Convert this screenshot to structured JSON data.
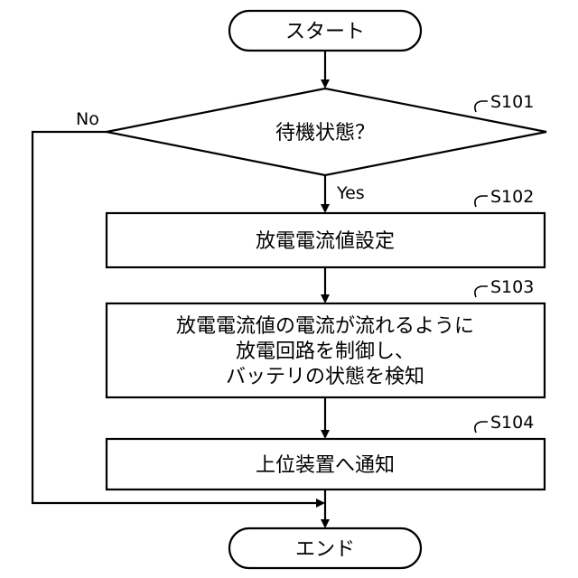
{
  "start": {
    "label": "スタート"
  },
  "end": {
    "label": "エンド"
  },
  "steps": [
    {
      "id": "S101",
      "lines": [
        "待機状態？"
      ]
    },
    {
      "id": "S102",
      "lines": [
        "放電電流値設定"
      ]
    },
    {
      "id": "S103",
      "lines": [
        "放電電流値の電流が流れるように",
        "放電回路を制御し、",
        "バッテリの状態を検知"
      ]
    },
    {
      "id": "S104",
      "lines": [
        "上位装置へ通知"
      ]
    }
  ],
  "branches": {
    "yes": "Yes",
    "no": "No"
  }
}
